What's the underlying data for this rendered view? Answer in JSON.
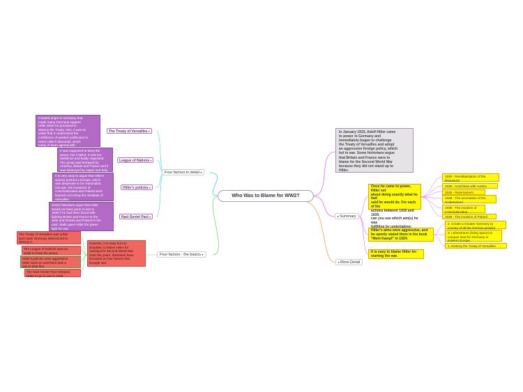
{
  "central": {
    "title": "Who Was to Blame for WW2?"
  },
  "left": {
    "detail": {
      "label": "Four factors in detail",
      "items": [
        {
          "label": "The Treaty of Versailles",
          "text": "Created anger in Germany that\nmade many Germans support\nHitler when he promised to\ndestroy the Treaty. Also, it was so\nunfair that it undermined the\nconfidence of western politicians to\nresist Hitler's demands, which\nmany of them agreed with."
        },
        {
          "label": "League of Nations",
          "text": "It was supposed to keep the\npeace, but it failed. It was too\nambitious and badly organised.\nThe group was betrayed by\nAmerica, Britain and France and it\nwas destroyed by Japan and Italy."
        },
        {
          "label": "Hitler's policies",
          "text": "It is very easy to argue that Hitler's\nactions pushed a Europe, which\nwas desperate to be reasonable,\ninto war. His invasions of\nCzechoslovakia and Poland went\nbeyond correcting the mistakes of\nVersailles."
        },
        {
          "label": "Nazi-Soviet Pact",
          "text": "Some historians argue that Hitler\nwould not have gone to war in\n1939 if he had been faced with\nfighting Britain and France in the\nwest and Russia and Poland in the\neast. Stalin gave Hitler the green\nlight for war."
        }
      ]
    },
    "basics": {
      "label": "Four factors - the basics",
      "main_text": "However, it is easy but too\nsimplistic to blame Hitler for\ncausing the Second World War.\nOver the years, historians have\nfocussed on four factors that\nbrought war:",
      "items": [
        "The Treaty of Versailles was unfair\nand made Germany determined to\ndestroy it.",
        "The League of Nations was too\nweak to keep the peace.",
        "Hitler's policies were aggressive.\nHitler went on until there was a\nwar to stop him.",
        "The Nazi-Soviet Pact released\nHitler to go to war in 1939."
      ]
    }
  },
  "right": {
    "intro": "In January 1933, Adolf Hitler came\nto power in Germany and\nimmediately began to challenge\nthe Treaty of Versailles and adopt\nan aggressive foreign policy, which\nled to war. Some historians argue\nthat Britain and France were to\nblame for the Second World War\nbecause they did not stand up to\nHitler.",
    "summary": {
      "label": "Summary",
      "undertakings": "Once he came to power, Hitler set\nabout doing exactly what he had\nsaid he would do. For each of his\nactions between 1935 and 1939,\ncan you see which aim(s) he was\nfulfilling by undertaking:",
      "actions": [
        "1936 - Remilitarisation of the\nRhineland",
        "1938 - Anschluss with Austria",
        "1935 - Rearmament",
        "1938 - The annexation of the\nSudetenland",
        "1939 - The invasion of\nCzechoslovakia",
        "1939 - The invasion of Poland"
      ],
      "aims_intro": "Hitler's aims were aggressive, and\nhe openly stated them in his book\n\"Mein Kampf\" in 1924:",
      "aims": [
        "2. Create a Greater Germany (a\ncountry of all the German people).",
        "3. Lebensraum (living space) to\nconquer land for Germany in\nEastern Europe.",
        "1. Destroy the Treaty of Versailles."
      ],
      "easy": "It is easy to blame Hitler for\nstarting the war."
    },
    "more_detail": {
      "label": "More Detail"
    }
  },
  "colors": {
    "purple": "#b369c6",
    "red": "#f0675f",
    "yellow": "#fffb00",
    "grey": "#e6e3e6",
    "cyan_link": "#3fd6e6",
    "green_link": "#7ad67a",
    "magenta_link": "#e06cf0",
    "orange_link": "#f5a04a"
  },
  "icons": [
    "collapse-caret-icon"
  ]
}
